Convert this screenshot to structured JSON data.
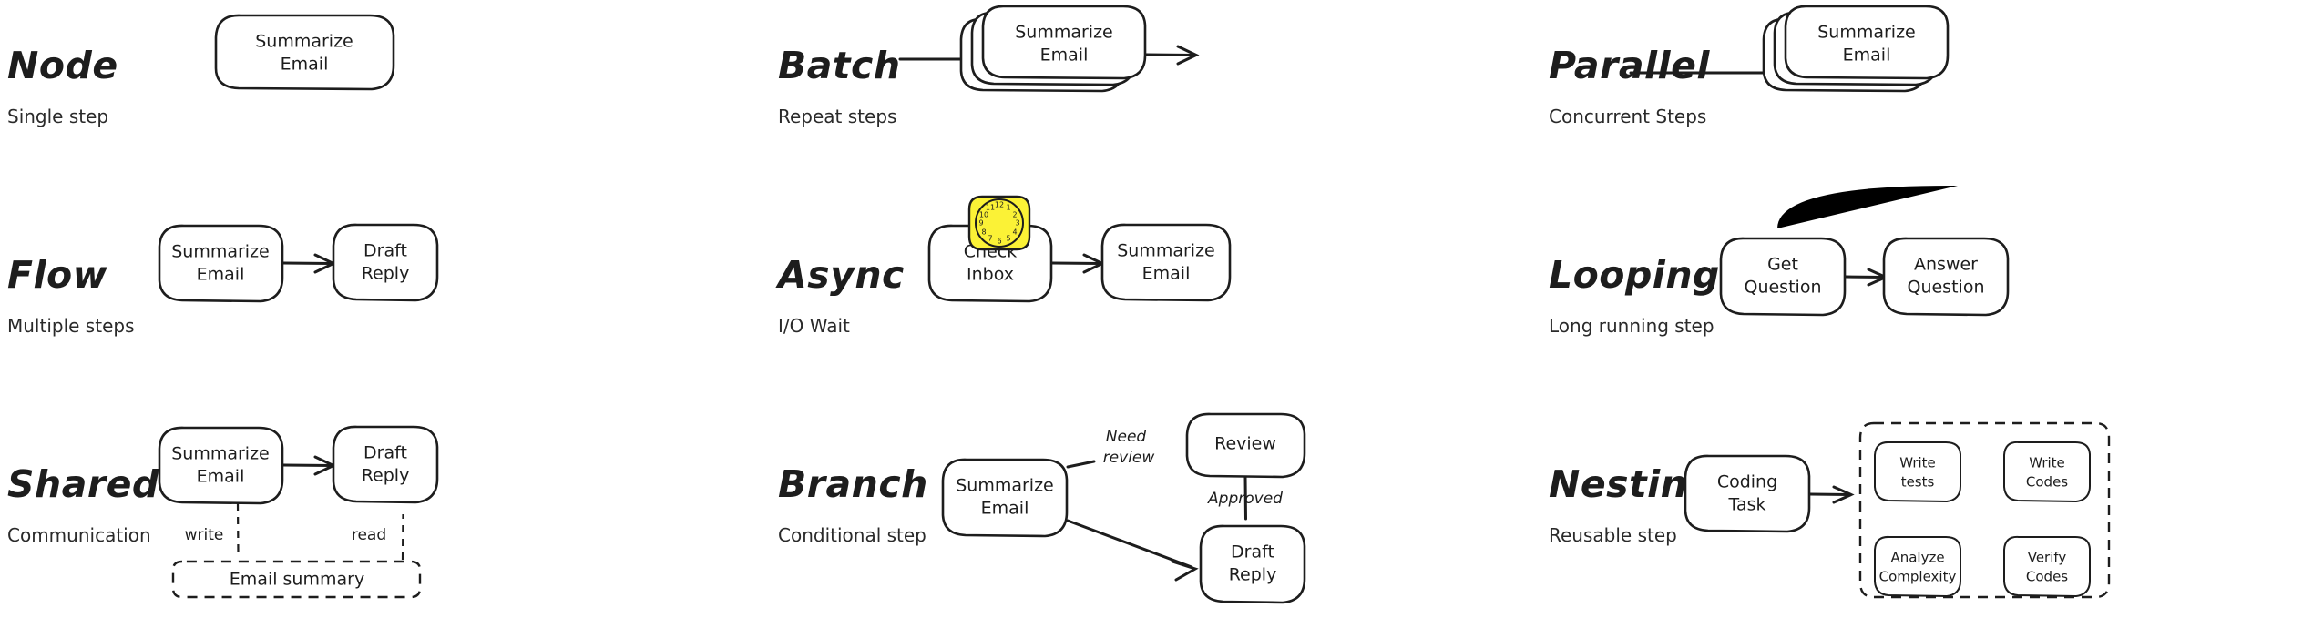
{
  "page": {
    "background": "#ffffff",
    "ink": "#1d1d1d",
    "accent_yellow": "#fbf236"
  },
  "sections": [
    {
      "key": "node",
      "title": "Node",
      "subtitle": "Single step",
      "nodes": [
        {
          "label_line1": "Summarize",
          "label_line2": "Email"
        }
      ],
      "edges": []
    },
    {
      "key": "flow",
      "title": "Flow",
      "subtitle": "Multiple steps",
      "nodes": [
        {
          "label_line1": "Summarize",
          "label_line2": "Email"
        },
        {
          "label_line1": "Draft",
          "label_line2": "Reply"
        }
      ],
      "edges": [
        {
          "label": ""
        }
      ]
    },
    {
      "key": "shared",
      "title": "Shared",
      "subtitle": "Communication",
      "nodes": [
        {
          "label_line1": "Summarize",
          "label_line2": "Email"
        },
        {
          "label_line1": "Draft",
          "label_line2": "Reply"
        },
        {
          "label_line1": "Email summary",
          "label_line2": ""
        }
      ],
      "edges": [
        {
          "label": "write"
        },
        {
          "label": "read"
        }
      ]
    },
    {
      "key": "batch",
      "title": "Batch",
      "subtitle": "Repeat steps",
      "nodes": [
        {
          "label_line1": "Summarize",
          "label_line2": "Email"
        }
      ],
      "edges": []
    },
    {
      "key": "async",
      "title": "Async",
      "subtitle": "I/O Wait",
      "nodes": [
        {
          "label_line1": "Check",
          "label_line2": "Inbox"
        },
        {
          "label_line1": "Summarize",
          "label_line2": "Email"
        }
      ],
      "edges": [],
      "badge": "alarm-clock"
    },
    {
      "key": "branch",
      "title": "Branch",
      "subtitle": "Conditional step",
      "nodes": [
        {
          "label_line1": "Summarize",
          "label_line2": "Email"
        },
        {
          "label_line1": "Review",
          "label_line2": ""
        },
        {
          "label_line1": "Draft",
          "label_line2": "Reply"
        }
      ],
      "edges": [
        {
          "label_line1": "Need",
          "label_line2": "review"
        },
        {
          "label_line1": "Approved",
          "label_line2": ""
        }
      ]
    },
    {
      "key": "parallel",
      "title": "Parallel",
      "subtitle": "Concurrent Steps",
      "nodes": [
        {
          "label_line1": "Summarize",
          "label_line2": "Email"
        }
      ],
      "edges": []
    },
    {
      "key": "looping",
      "title": "Looping",
      "subtitle": "Long running step",
      "nodes": [
        {
          "label_line1": "Get",
          "label_line2": "Question"
        },
        {
          "label_line1": "Answer",
          "label_line2": "Question"
        }
      ],
      "edges": []
    },
    {
      "key": "nesting",
      "title": "Nesting",
      "subtitle": "Reusable step",
      "nodes": [
        {
          "label_line1": "Coding",
          "label_line2": "Task"
        },
        {
          "label_line1": "Write",
          "label_line2": "tests"
        },
        {
          "label_line1": "Write",
          "label_line2": "Codes"
        },
        {
          "label_line1": "Verify",
          "label_line2": "Codes"
        },
        {
          "label_line1": "Analyze",
          "label_line2": "Complexity"
        }
      ],
      "edges": []
    }
  ],
  "clock": {
    "name": "alarm-clock-icon",
    "numbers": [
      "12",
      "1",
      "2",
      "3",
      "4",
      "5",
      "6",
      "7",
      "8",
      "9",
      "10",
      "11"
    ],
    "time": "3:00"
  }
}
